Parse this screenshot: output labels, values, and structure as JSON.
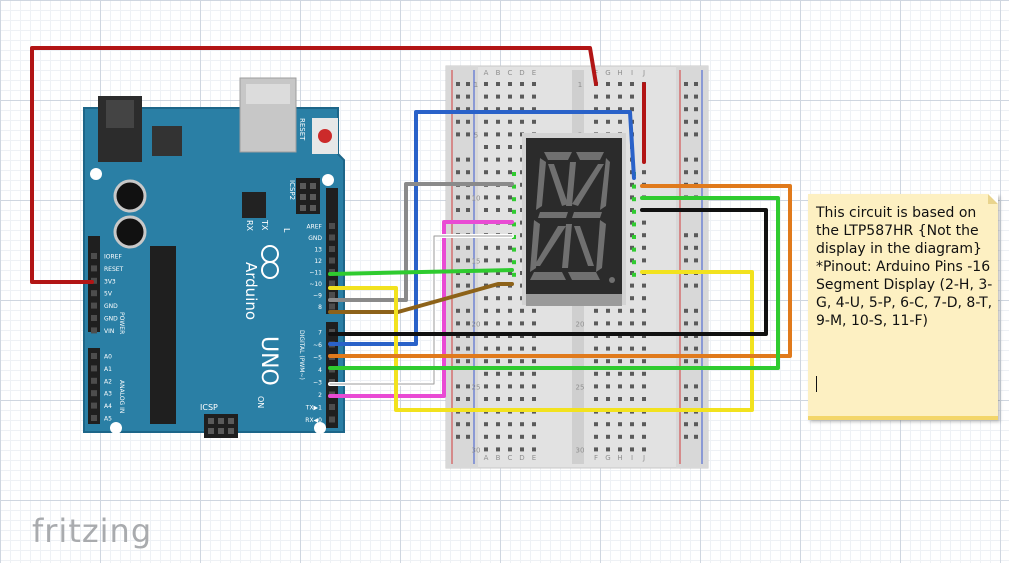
{
  "brand": "fritzing",
  "note": {
    "text": "This circuit is based on the LTP587HR {Not the display in the diagram} *Pinout: Arduino Pins -16 Segment Display (2-H, 3-G, 4-U, 5-P, 6-C, 7-D, 8-T, 9-M, 10-S, 11-F)"
  },
  "arduino": {
    "logo": "Arduino",
    "model": "UNO",
    "reset_label": "RESET",
    "icsp_label": "ICSP",
    "icsp2_label": "ICSP2",
    "tx_label": "TX",
    "rx_label": "RX",
    "l_label": "L",
    "on_label": "ON",
    "power_section": "POWER",
    "analog_section": "ANALOG IN",
    "digital_section": "DIGITAL (PWM~)",
    "power_pins": [
      "IOREF",
      "RESET",
      "3V3",
      "5V",
      "GND",
      "GND",
      "VIN"
    ],
    "analog_pins": [
      "A0",
      "A1",
      "A2",
      "A3",
      "A4",
      "A5"
    ],
    "digital_top": [
      "AREF",
      "GND",
      "13",
      "12",
      "~11",
      "~10",
      "~9",
      "8"
    ],
    "digital_bottom": [
      "7",
      "~6",
      "~5",
      "4",
      "~3",
      "2",
      "TX▶1",
      "RX◀0"
    ]
  },
  "breadboard": {
    "columns": [
      "A",
      "B",
      "C",
      "D",
      "E",
      "F",
      "G",
      "H",
      "I",
      "J"
    ],
    "row_numbers": [
      "1",
      "5",
      "10",
      "15",
      "20",
      "25",
      "30"
    ]
  },
  "colors": {
    "board": "#2a7fa5",
    "red_wire": "#b21515",
    "blue_wire": "#2a62c9",
    "gray_wire": "#8a8a8a",
    "pink_wire": "#e94bd4",
    "brown_wire": "#8d6219",
    "green_wire": "#2fcb2f",
    "yellow_wire": "#f2e21e",
    "orange_wire": "#e07a1c",
    "black_wire": "#111111"
  }
}
